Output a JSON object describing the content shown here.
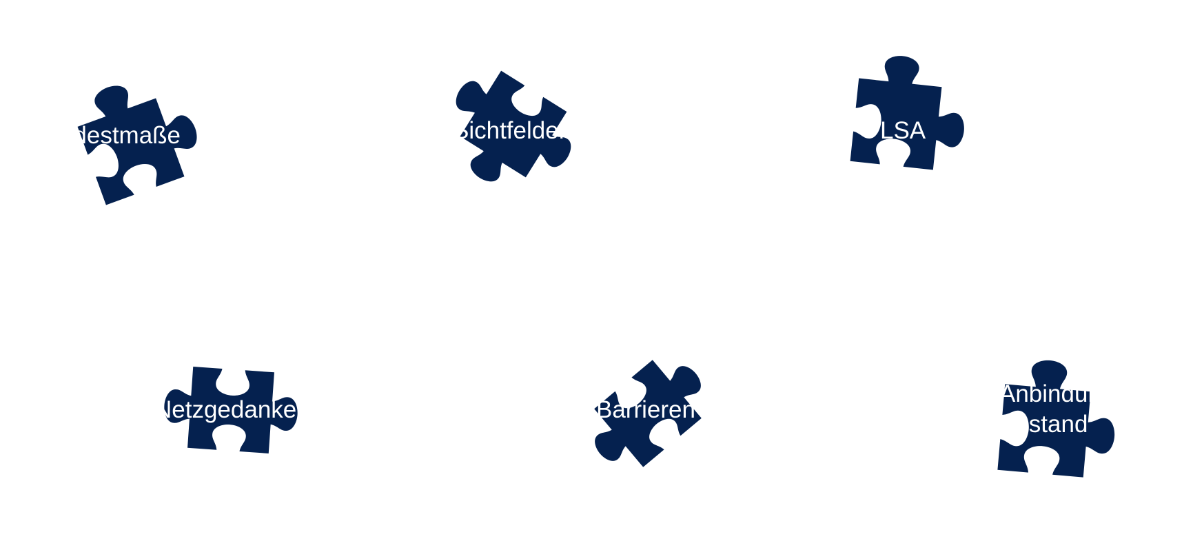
{
  "colors": {
    "piece": "#05214f",
    "label": "#ffffff",
    "background": "#ffffff"
  },
  "pieces": [
    {
      "label": "Mindestmaße"
    },
    {
      "label": "Sichtfelder"
    },
    {
      "label": "LSA"
    },
    {
      "label": "Netzgedanke"
    },
    {
      "label": "Barrieren"
    },
    {
      "label_lines": [
        "Anbindung",
        "Bestand"
      ]
    }
  ]
}
